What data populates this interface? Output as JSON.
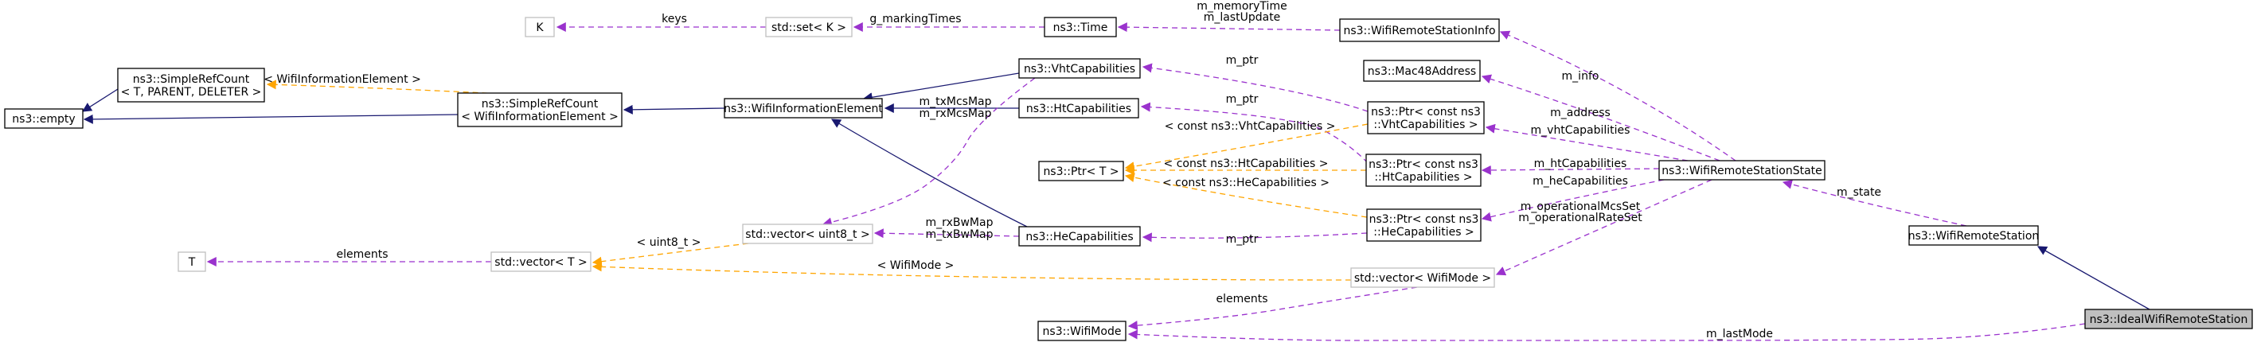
{
  "nodes": [
    {
      "id": "K",
      "lines": [
        "K"
      ],
      "style": "grey"
    },
    {
      "id": "set",
      "lines": [
        "std::set< K >"
      ],
      "style": "grey"
    },
    {
      "id": "time",
      "lines": [
        "ns3::Time"
      ],
      "style": "normal"
    },
    {
      "id": "wrsi",
      "lines": [
        "ns3::WifiRemoteStationInfo"
      ],
      "style": "normal"
    },
    {
      "id": "src1",
      "lines": [
        "ns3::SimpleRefCount",
        "< T, PARENT, DELETER >"
      ],
      "style": "normal"
    },
    {
      "id": "empty",
      "lines": [
        "ns3::empty"
      ],
      "style": "normal"
    },
    {
      "id": "src2",
      "lines": [
        "ns3::SimpleRefCount",
        "< WifiInformationElement >"
      ],
      "style": "normal"
    },
    {
      "id": "wie",
      "lines": [
        "ns3::WifiInformationElement"
      ],
      "style": "normal"
    },
    {
      "id": "vht",
      "lines": [
        "ns3::VhtCapabilities"
      ],
      "style": "normal"
    },
    {
      "id": "mac48",
      "lines": [
        "ns3::Mac48Address"
      ],
      "style": "normal"
    },
    {
      "id": "ht",
      "lines": [
        "ns3::HtCapabilities"
      ],
      "style": "normal"
    },
    {
      "id": "ptrvht",
      "lines": [
        "ns3::Ptr< const ns3",
        "::VhtCapabilities >"
      ],
      "style": "normal"
    },
    {
      "id": "ptrT",
      "lines": [
        "ns3::Ptr< T >"
      ],
      "style": "normal"
    },
    {
      "id": "ptrht",
      "lines": [
        "ns3::Ptr< const ns3",
        "::HtCapabilities >"
      ],
      "style": "normal"
    },
    {
      "id": "wrss",
      "lines": [
        "ns3::WifiRemoteStationState"
      ],
      "style": "normal"
    },
    {
      "id": "ptrhe",
      "lines": [
        "ns3::Ptr< const ns3",
        "::HeCapabilities >"
      ],
      "style": "normal"
    },
    {
      "id": "vecu8",
      "lines": [
        "std::vector< uint8_t >"
      ],
      "style": "grey"
    },
    {
      "id": "he",
      "lines": [
        "ns3::HeCapabilities"
      ],
      "style": "normal"
    },
    {
      "id": "wrs",
      "lines": [
        "ns3::WifiRemoteStation"
      ],
      "style": "normal"
    },
    {
      "id": "T",
      "lines": [
        "T"
      ],
      "style": "grey"
    },
    {
      "id": "vecT",
      "lines": [
        "std::vector< T >"
      ],
      "style": "grey"
    },
    {
      "id": "vecmode",
      "lines": [
        "std::vector< WifiMode >"
      ],
      "style": "grey"
    },
    {
      "id": "wifimode",
      "lines": [
        "ns3::WifiMode"
      ],
      "style": "normal"
    },
    {
      "id": "ideal",
      "lines": [
        "ns3::IdealWifiRemoteStation"
      ],
      "style": "highlight"
    }
  ],
  "edges": [
    {
      "id": "e_set_K",
      "kind": "member",
      "labels": [
        "keys"
      ]
    },
    {
      "id": "e_time_set",
      "kind": "member",
      "labels": [
        "g_markingTimes"
      ]
    },
    {
      "id": "e_wrsi_time",
      "kind": "member",
      "labels": [
        "m_memoryTime",
        "m_lastUpdate"
      ]
    },
    {
      "id": "e_src2_src1",
      "kind": "template",
      "labels": [
        "< WifiInformationElement >"
      ]
    },
    {
      "id": "e_src1_empty",
      "kind": "inherit",
      "labels": []
    },
    {
      "id": "e_src2_empty",
      "kind": "inherit",
      "labels": []
    },
    {
      "id": "e_wie_src2",
      "kind": "inherit",
      "labels": []
    },
    {
      "id": "e_vht_wie",
      "kind": "inherit",
      "labels": []
    },
    {
      "id": "e_ht_wie",
      "kind": "inherit",
      "labels": []
    },
    {
      "id": "e_he_wie",
      "kind": "inherit",
      "labels": []
    },
    {
      "id": "e_ptrvht_vht",
      "kind": "member",
      "labels": [
        "m_ptr"
      ]
    },
    {
      "id": "e_ptrht_ht",
      "kind": "member",
      "labels": [
        "m_ptr"
      ]
    },
    {
      "id": "e_ptrhe_he",
      "kind": "member",
      "labels": [
        "m_ptr"
      ]
    },
    {
      "id": "e_vht_vecu8",
      "kind": "member",
      "labels": [
        "m_txMcsMap",
        "m_rxMcsMap"
      ]
    },
    {
      "id": "e_he_vecu8",
      "kind": "member",
      "labels": [
        "m_rxBwMap",
        "m_txBwMap"
      ]
    },
    {
      "id": "e_ptrvht_ptrT",
      "kind": "template",
      "labels": [
        "< const ns3::VhtCapabilities >"
      ]
    },
    {
      "id": "e_ptrht_ptrT",
      "kind": "template",
      "labels": [
        "< const ns3::HtCapabilities >"
      ]
    },
    {
      "id": "e_ptrhe_ptrT",
      "kind": "template",
      "labels": [
        "< const ns3::HeCapabilities >"
      ]
    },
    {
      "id": "e_wrss_wrsi",
      "kind": "member",
      "labels": [
        "m_info"
      ]
    },
    {
      "id": "e_wrss_mac48",
      "kind": "member",
      "labels": [
        "m_address"
      ]
    },
    {
      "id": "e_wrss_ptrvht",
      "kind": "member",
      "labels": [
        "m_vhtCapabilities"
      ]
    },
    {
      "id": "e_wrss_ptrht",
      "kind": "member",
      "labels": [
        "m_htCapabilities"
      ]
    },
    {
      "id": "e_wrss_ptrhe",
      "kind": "member",
      "labels": [
        "m_heCapabilities"
      ]
    },
    {
      "id": "e_wrss_vecmode",
      "kind": "member",
      "labels": [
        "m_operationalMcsSet",
        "m_operationalRateSet"
      ]
    },
    {
      "id": "e_wrs_wrss",
      "kind": "member",
      "labels": [
        "m_state"
      ]
    },
    {
      "id": "e_ideal_wrs",
      "kind": "inherit",
      "labels": []
    },
    {
      "id": "e_vecu8_vecT",
      "kind": "template",
      "labels": [
        "< uint8_t >"
      ]
    },
    {
      "id": "e_vecmode_vecT",
      "kind": "template",
      "labels": [
        "< WifiMode >"
      ]
    },
    {
      "id": "e_vecT_T",
      "kind": "member",
      "labels": [
        "elements"
      ]
    },
    {
      "id": "e_vecmode_wifimode",
      "kind": "member",
      "labels": [
        "elements"
      ]
    },
    {
      "id": "e_ideal_wifimode",
      "kind": "member",
      "labels": [
        "m_lastMode"
      ]
    }
  ],
  "colors": {
    "inherit": "#191970",
    "member": "#9a32cd",
    "template": "#ffa500",
    "grey_border": "#bfbfbf",
    "highlight_fill": "#bfbfbf"
  }
}
